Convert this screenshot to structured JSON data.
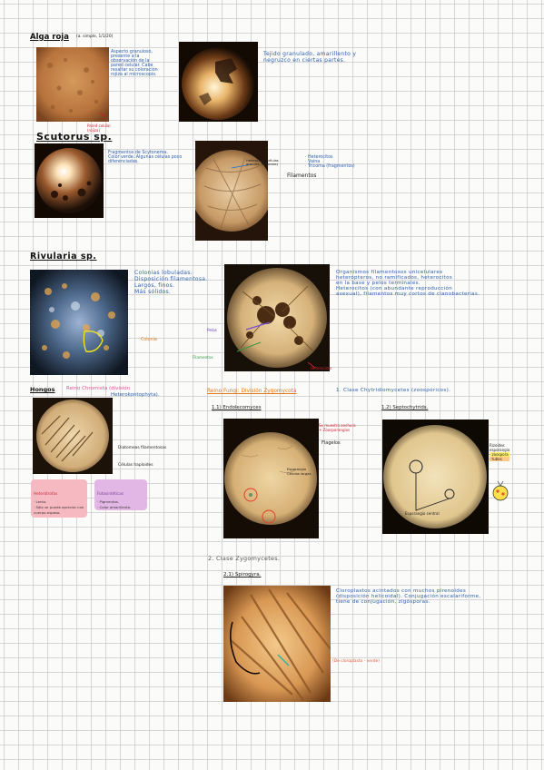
{
  "sections": {
    "algas": {
      "title": "Alga roja",
      "subtitle": "(a. simple, 1/1/20)",
      "note_left": [
        "Aspecto granuloso,",
        "presente a la",
        "observación de la",
        "pared celular. Cabe",
        "resaltar su coloración",
        "rojiza al microscopio."
      ],
      "note_right": [
        "Tejido granulado, amarillento y",
        "negruzco en ciertas partes."
      ],
      "red_note": [
        "Pared celular",
        "(rojiza)"
      ]
    },
    "scutorus": {
      "title": "Scutorus sp.",
      "note_left": [
        "Fragmentos de Scytonema.",
        "Color verde. Algunas células poco",
        "diferenciadas."
      ],
      "label_photo": [
        "Heterocisto (células",
        "grandes, redondas)"
      ],
      "label_bullet": "Filamentos",
      "note_right": [
        "· Heterocitos",
        "· Vaina",
        "· Tricoma (fragmentos)"
      ]
    },
    "rivularia": {
      "title": "Rivularia sp.",
      "note_left": [
        "Colonias lobuladas.",
        "Disposición filamentosa.",
        "Largos, finos.",
        "Más sólidos."
      ],
      "label_yellow": "Colonia",
      "label_purple": "Pelos",
      "label_green": "Filamentos",
      "label_red": "Heterocisto",
      "note_right": [
        "Organismos filamentosos unicelulares",
        "heterópteros, no ramificados, heterocitos",
        "en la base y pelos terminales.",
        "Heterocitos (con abundante reproducción",
        "asexual), filamentos muy cortos de cianobacterias."
      ]
    },
    "hongos": {
      "title": "Hongos",
      "title_note": "Reino Chromista (división",
      "title_note_2": "Heterokontophyta).",
      "label_1": "Diatomeas filamentosas",
      "label_2": "Células haploides",
      "sticky_pink": {
        "head": "Heterótrofas",
        "items": [
          "· Lento.",
          "· Sólo se puede apreciar con",
          "  cuerpo espeso."
        ]
      },
      "sticky_lilac": {
        "head": "Fotosintéticas",
        "items": [
          "· Pigmentos.",
          "· Color amarillento."
        ]
      }
    },
    "reino_fungi": {
      "heading": "Reino Fungi: División Zygomycota",
      "class_heading": "1. Clase Chytridiomycetes (zoospóricos).",
      "item_1": "1.1) Endolecomyces",
      "item_1_note": [
        "Se muestra anchura",
        "+ Zoosporangios"
      ],
      "item_1_label": "Flagelos",
      "item_1_photo_label": [
        "Esporangio",
        "Células largas"
      ],
      "item_2": "1.2) Septochytrids.",
      "item_2_label": "Esporangio central",
      "item_2_side": [
        "Rizoides",
        "esporangio",
        "· zoospora",
        "· tubos"
      ]
    },
    "clase_zygo": {
      "heading": "2. Clase Zygomycetes.",
      "item": "2.1) Spirogyra.",
      "note": [
        "Cloroplastos acintados con muchos pirenoides",
        "(disposición helicoidal). Conjugación escalariforme,",
        "tiene de conjugación, zigósporas."
      ],
      "label_green": "(De cloroplasto - verde)"
    }
  },
  "colors": {
    "ink_blue": "#2b5fae",
    "ink_red": "#d2202f",
    "ink_orange": "#e07a18",
    "sticky_pink": "#f7b9c1",
    "sticky_lilac": "#e2b7e6",
    "grid": "#d5d5d5"
  }
}
